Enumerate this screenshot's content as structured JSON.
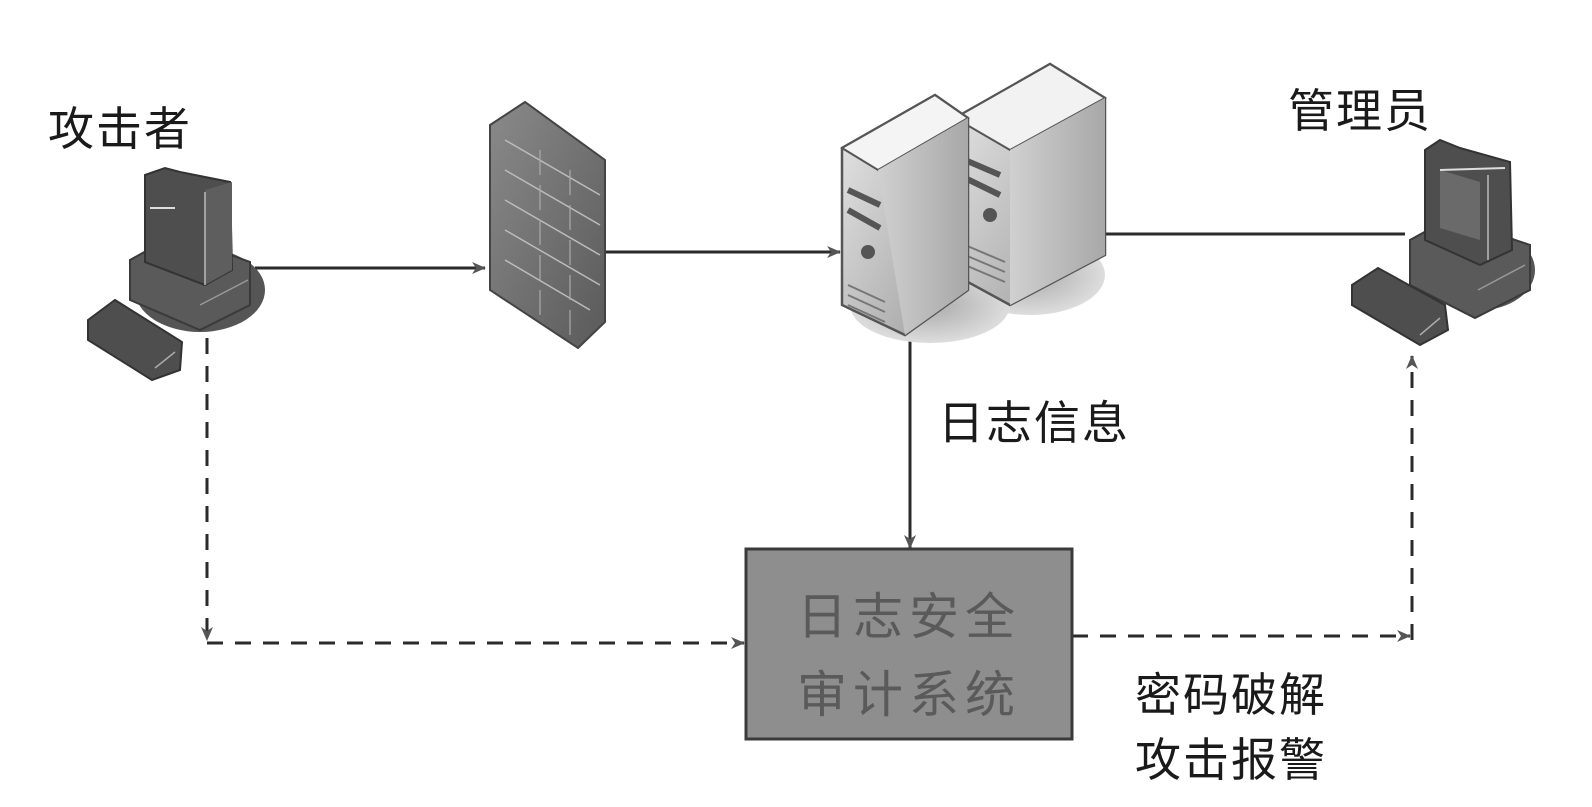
{
  "diagram": {
    "nodes": {
      "attacker": {
        "label": "攻击者",
        "icon": "workstation-icon"
      },
      "firewall": {
        "icon": "firewall-icon"
      },
      "servers": {
        "icon": "server-cluster-icon"
      },
      "admin": {
        "label": "管理员",
        "icon": "workstation-icon"
      },
      "audit_system": {
        "line1": "日志安全",
        "line2": "审计系统"
      }
    },
    "edges": {
      "servers_to_audit": {
        "label": "日志信息",
        "style": "solid"
      },
      "audit_to_admin": {
        "label_line1": "密码破解",
        "label_line2": "攻击报警",
        "style": "dashed"
      },
      "attacker_to_firewall": {
        "style": "solid"
      },
      "firewall_to_servers": {
        "style": "solid"
      },
      "admin_to_servers": {
        "style": "solid"
      },
      "attacker_to_audit": {
        "style": "dashed"
      }
    },
    "colors": {
      "line": "#2b2b2b",
      "arrowhead": "#555555",
      "box_fill": "#8e8e8e",
      "box_stroke": "#3a3a3a",
      "box_text": "#5a5a5a",
      "device_dark": "#555555",
      "device_light": "#d8d8d8"
    }
  }
}
